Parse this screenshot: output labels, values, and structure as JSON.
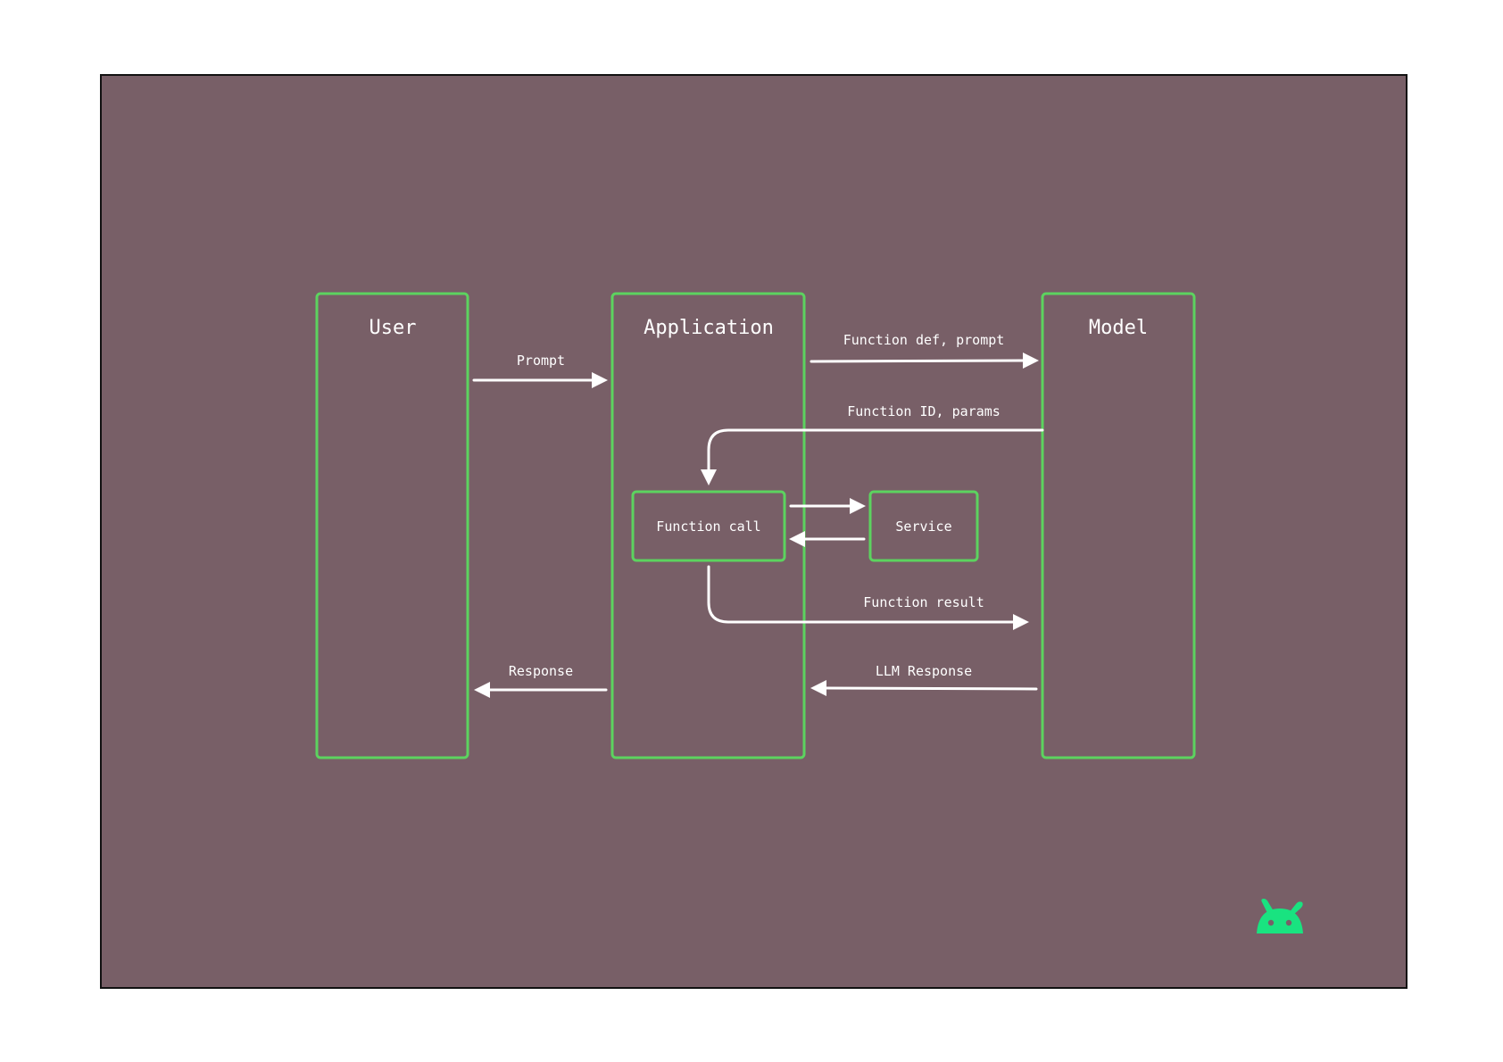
{
  "colors": {
    "page_background": "#ffffff",
    "canvas_background": "#785f67",
    "frame_border": "#111111",
    "box_stroke": "#5cd35f",
    "arrow": "#ffffff",
    "text": "#ffffff",
    "logo": "#19e380"
  },
  "lanes": {
    "user": {
      "title": "User"
    },
    "application": {
      "title": "Application"
    },
    "model": {
      "title": "Model"
    }
  },
  "components": {
    "function_call": {
      "label": "Function call"
    },
    "service": {
      "label": "Service"
    }
  },
  "edges": {
    "prompt": {
      "label": "Prompt",
      "from": "User",
      "to": "Application"
    },
    "function_def_prompt": {
      "label": "Function def, prompt",
      "from": "Application",
      "to": "Model"
    },
    "function_id_params": {
      "label": "Function ID, params",
      "from": "Model",
      "to": "Function call"
    },
    "to_service": {
      "label": "",
      "from": "Function call",
      "to": "Service"
    },
    "from_service": {
      "label": "",
      "from": "Service",
      "to": "Function call"
    },
    "function_result": {
      "label": "Function result",
      "from": "Function call",
      "to": "Model"
    },
    "llm_response": {
      "label": "LLM Response",
      "from": "Model",
      "to": "Application"
    },
    "response": {
      "label": "Response",
      "from": "Application",
      "to": "User"
    }
  },
  "logo": {
    "icon": "android-robot-head-icon"
  }
}
